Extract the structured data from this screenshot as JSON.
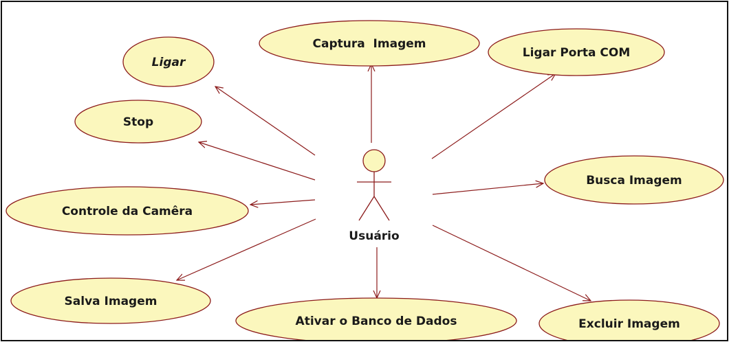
{
  "diagram": {
    "actor": {
      "name": "Usuário"
    },
    "use_cases": [
      {
        "id": "ligar",
        "label": "Ligar",
        "italic": true
      },
      {
        "id": "captura-imagem",
        "label": "Captura  Imagem",
        "italic": false
      },
      {
        "id": "ligar-porta-com",
        "label": "Ligar Porta COM",
        "italic": false
      },
      {
        "id": "stop",
        "label": "Stop",
        "italic": false
      },
      {
        "id": "busca-imagem",
        "label": "Busca Imagem",
        "italic": false
      },
      {
        "id": "controle-camera",
        "label": "Controle da Camêra",
        "italic": false
      },
      {
        "id": "salva-imagem",
        "label": "Salva Imagem",
        "italic": false
      },
      {
        "id": "ativar-banco-dados",
        "label": "Ativar o Banco de Dados",
        "italic": false
      },
      {
        "id": "excluir-imagem",
        "label": "Excluir Imagem",
        "italic": false
      }
    ],
    "colors": {
      "ellipse_fill": "#fbf7bd",
      "stroke": "#8b1a1a",
      "text": "#1a1a1a",
      "border": "#111111"
    }
  }
}
